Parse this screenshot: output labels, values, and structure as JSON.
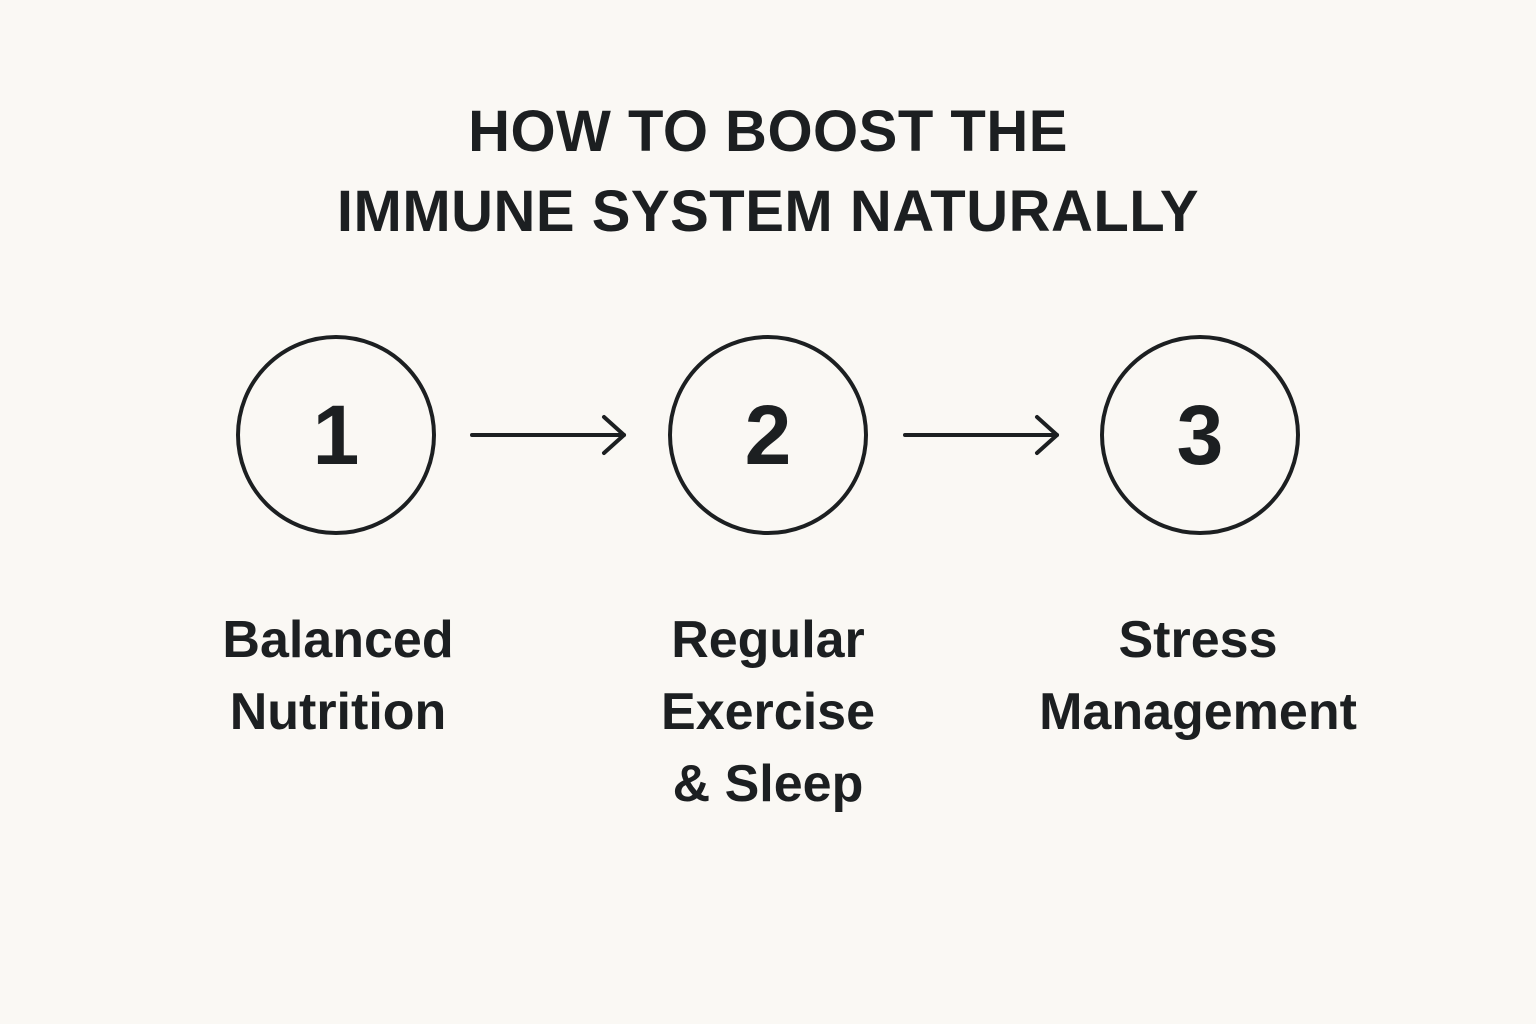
{
  "title": {
    "line1": "HOW TO BOOST THE",
    "line2": "IMMUNE SYSTEM NATURALLY"
  },
  "steps": [
    {
      "number": "1",
      "label_lines": [
        "Balanced",
        "Nutrition"
      ]
    },
    {
      "number": "2",
      "label_lines": [
        "Regular",
        "Exercise",
        "& Sleep"
      ]
    },
    {
      "number": "3",
      "label_lines": [
        "Stress",
        "Management"
      ]
    }
  ],
  "colors": {
    "background": "#faf8f4",
    "ink": "#1c1f21"
  },
  "icons": [
    "arrow-right-icon",
    "arrow-right-icon"
  ]
}
